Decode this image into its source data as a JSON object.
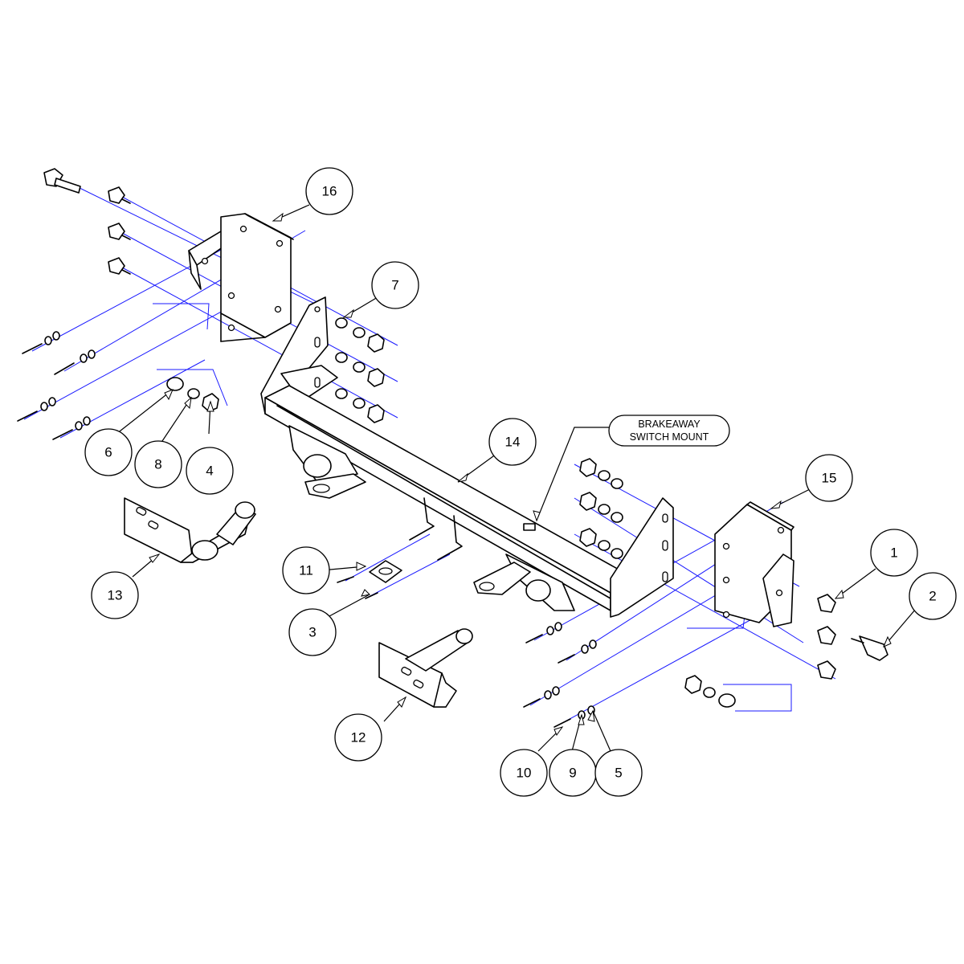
{
  "colors": {
    "reference_lines": "#1a1aff",
    "outline": "#000000",
    "background": "#ffffff"
  },
  "callouts": [
    {
      "id": "16",
      "label": "16"
    },
    {
      "id": "7",
      "label": "7"
    },
    {
      "id": "6",
      "label": "6"
    },
    {
      "id": "8",
      "label": "8"
    },
    {
      "id": "4",
      "label": "4"
    },
    {
      "id": "14",
      "label": "14"
    },
    {
      "id": "15",
      "label": "15"
    },
    {
      "id": "1",
      "label": "1"
    },
    {
      "id": "2",
      "label": "2"
    },
    {
      "id": "11",
      "label": "11"
    },
    {
      "id": "3",
      "label": "3"
    },
    {
      "id": "13",
      "label": "13"
    },
    {
      "id": "12",
      "label": "12"
    },
    {
      "id": "10",
      "label": "10"
    },
    {
      "id": "9",
      "label": "9"
    },
    {
      "id": "5",
      "label": "5"
    }
  ],
  "brakeaway_label": {
    "line1": "BRAKEAWAY",
    "line2": "SWITCH MOUNT"
  }
}
